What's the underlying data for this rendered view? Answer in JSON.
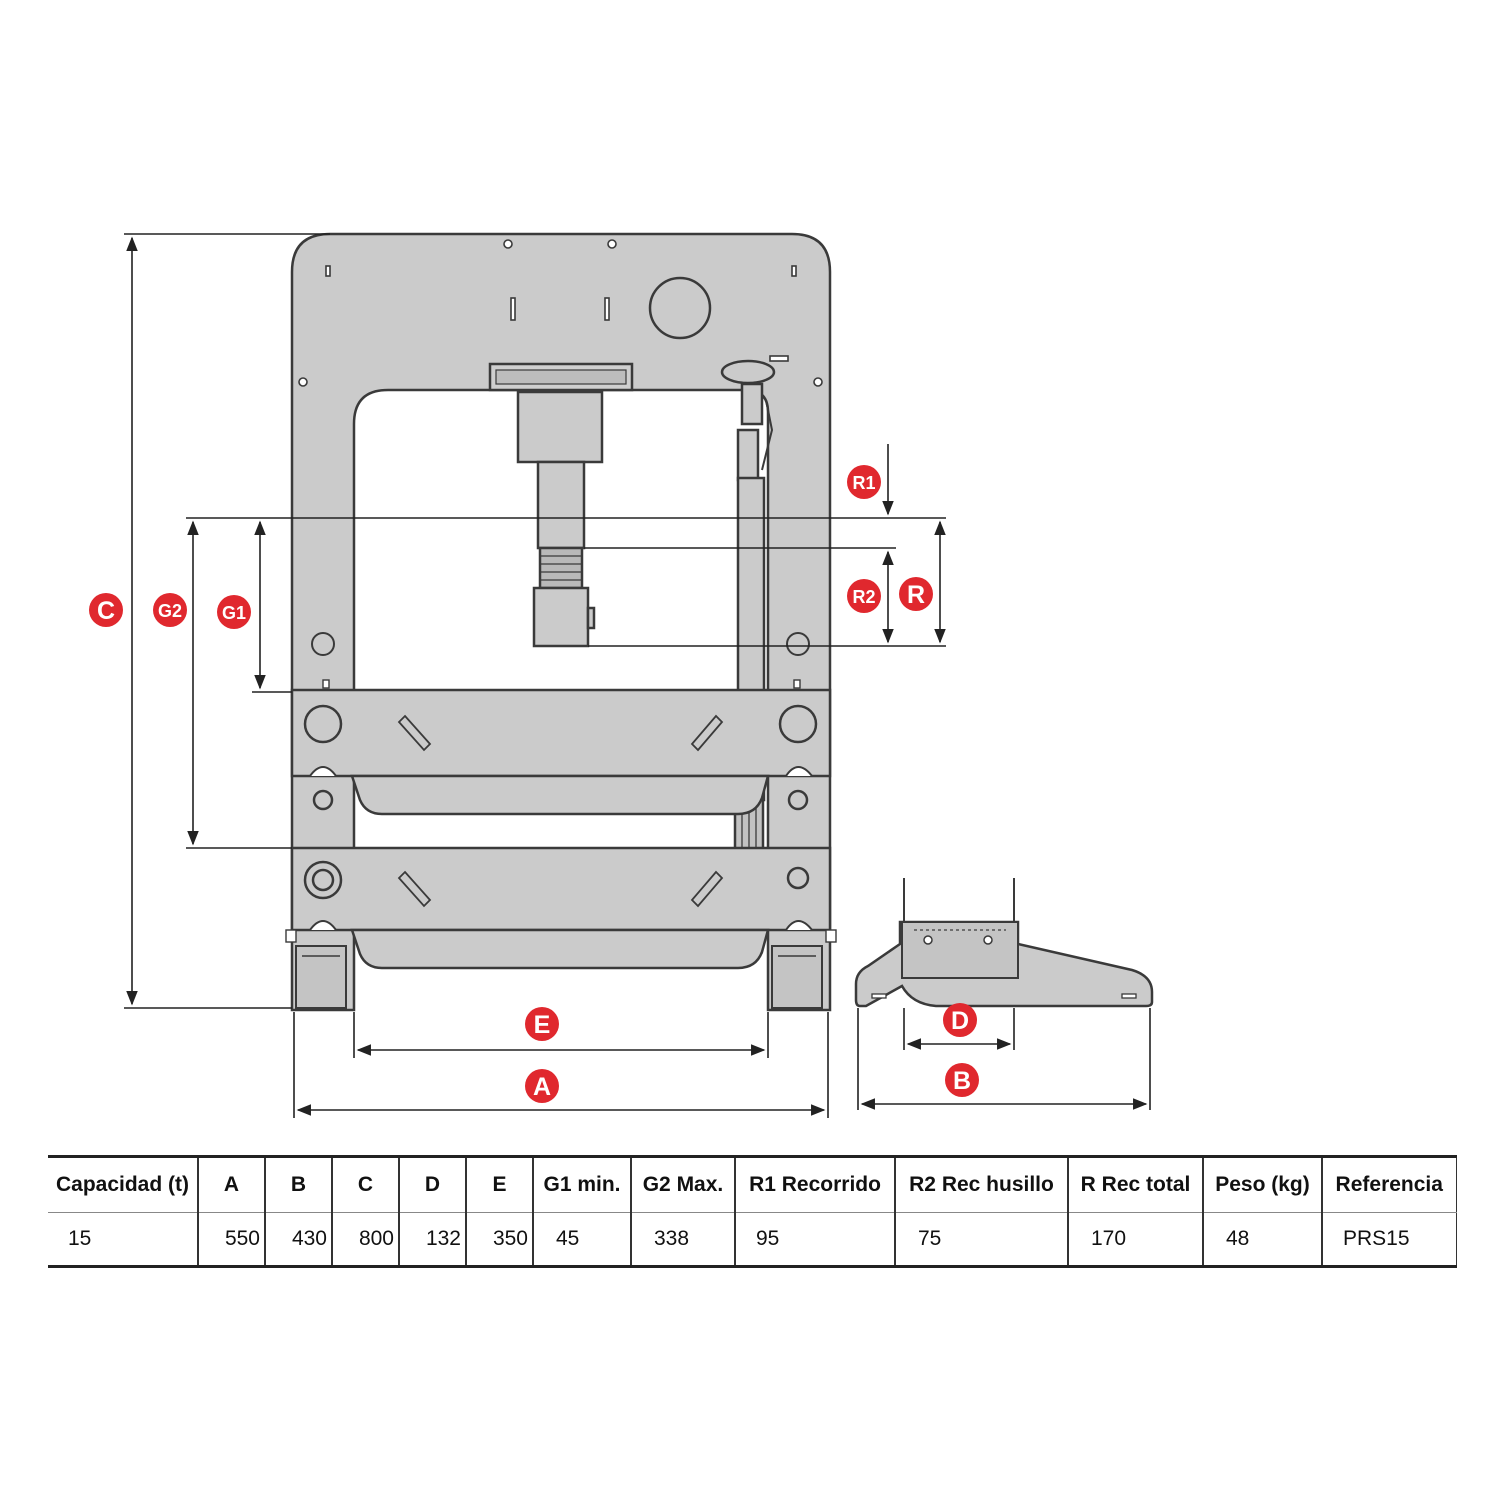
{
  "diagram": {
    "labels": {
      "c": "C",
      "g2": "G2",
      "g1": "G1",
      "r1": "R1",
      "r2": "R2",
      "r": "R",
      "e": "E",
      "a": "A",
      "d": "D",
      "b": "B"
    },
    "colors": {
      "badge": "#e0282e",
      "frame_fill": "#cbcbcb",
      "outline": "#3a3a3a",
      "dimension_line": "#222222"
    }
  },
  "table": {
    "headers": [
      "Capacidad (t)",
      "A",
      "B",
      "C",
      "D",
      "E",
      "G1 min.",
      "G2 Max.",
      "R1 Recorrido",
      "R2 Rec husillo",
      "R Rec total",
      "Peso (kg)",
      "Referencia"
    ],
    "rows": [
      [
        "15",
        "550",
        "430",
        "800",
        "132",
        "350",
        "45",
        "338",
        "95",
        "75",
        "170",
        "48",
        "PRS15"
      ]
    ]
  }
}
